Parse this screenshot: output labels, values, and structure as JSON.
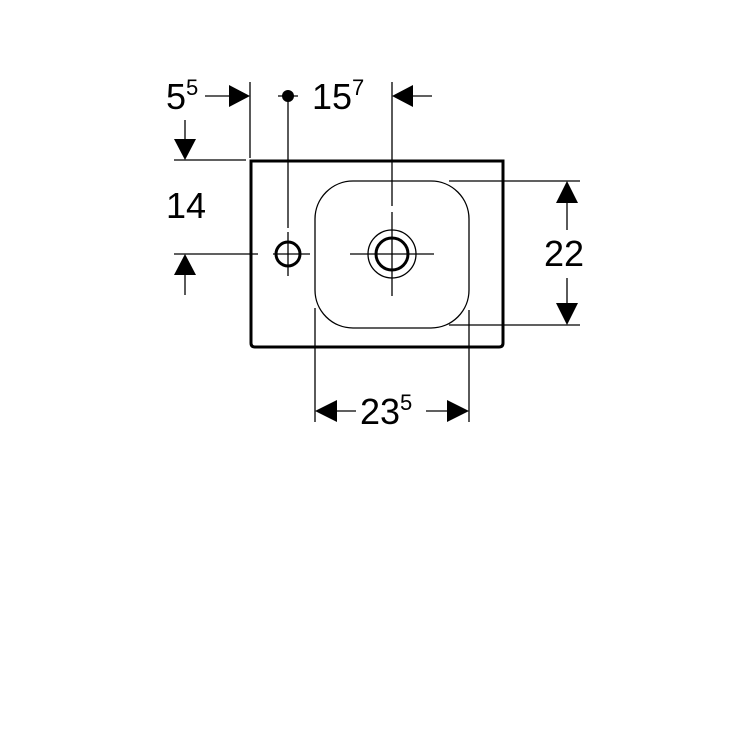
{
  "diagram": {
    "type": "technical-drawing",
    "subject": "wall-hung hand washbasin, top view",
    "colors": {
      "line": "#000000",
      "background": "#ffffff"
    },
    "dimensions": {
      "tap_hole_offset": {
        "main": "5",
        "sup": "5"
      },
      "tap_to_waste": {
        "main": "15",
        "sup": "7"
      },
      "tap_hole_depth": {
        "main": "14",
        "sup": ""
      },
      "bowl_depth": {
        "main": "22",
        "sup": ""
      },
      "bowl_width": {
        "main": "23",
        "sup": "5"
      }
    },
    "features": [
      "outer-basin-outline",
      "inner-bowl-outline",
      "tap-hole",
      "waste-outlet"
    ]
  }
}
